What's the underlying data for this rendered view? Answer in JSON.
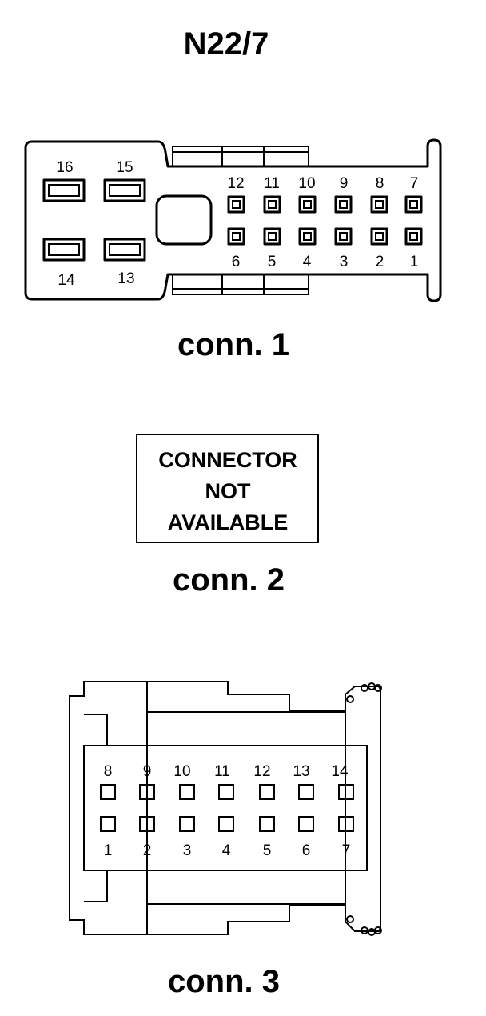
{
  "title": "N22/7",
  "connectors": [
    {
      "label": "conn. 1",
      "large_pins_top": [
        "16",
        "15"
      ],
      "large_pins_bottom": [
        "14",
        "13"
      ],
      "pins_top_row": [
        "12",
        "11",
        "10",
        "9",
        "8",
        "7"
      ],
      "pins_bottom_row": [
        "6",
        "5",
        "4",
        "3",
        "2",
        "1"
      ]
    },
    {
      "label": "conn. 2",
      "note_lines": [
        "CONNECTOR",
        "NOT",
        "AVAILABLE"
      ]
    },
    {
      "label": "conn. 3",
      "pins_top_row": [
        "8",
        "9",
        "10",
        "11",
        "12",
        "13",
        "14"
      ],
      "pins_bottom_row": [
        "1",
        "2",
        "3",
        "4",
        "5",
        "6",
        "7"
      ]
    }
  ]
}
